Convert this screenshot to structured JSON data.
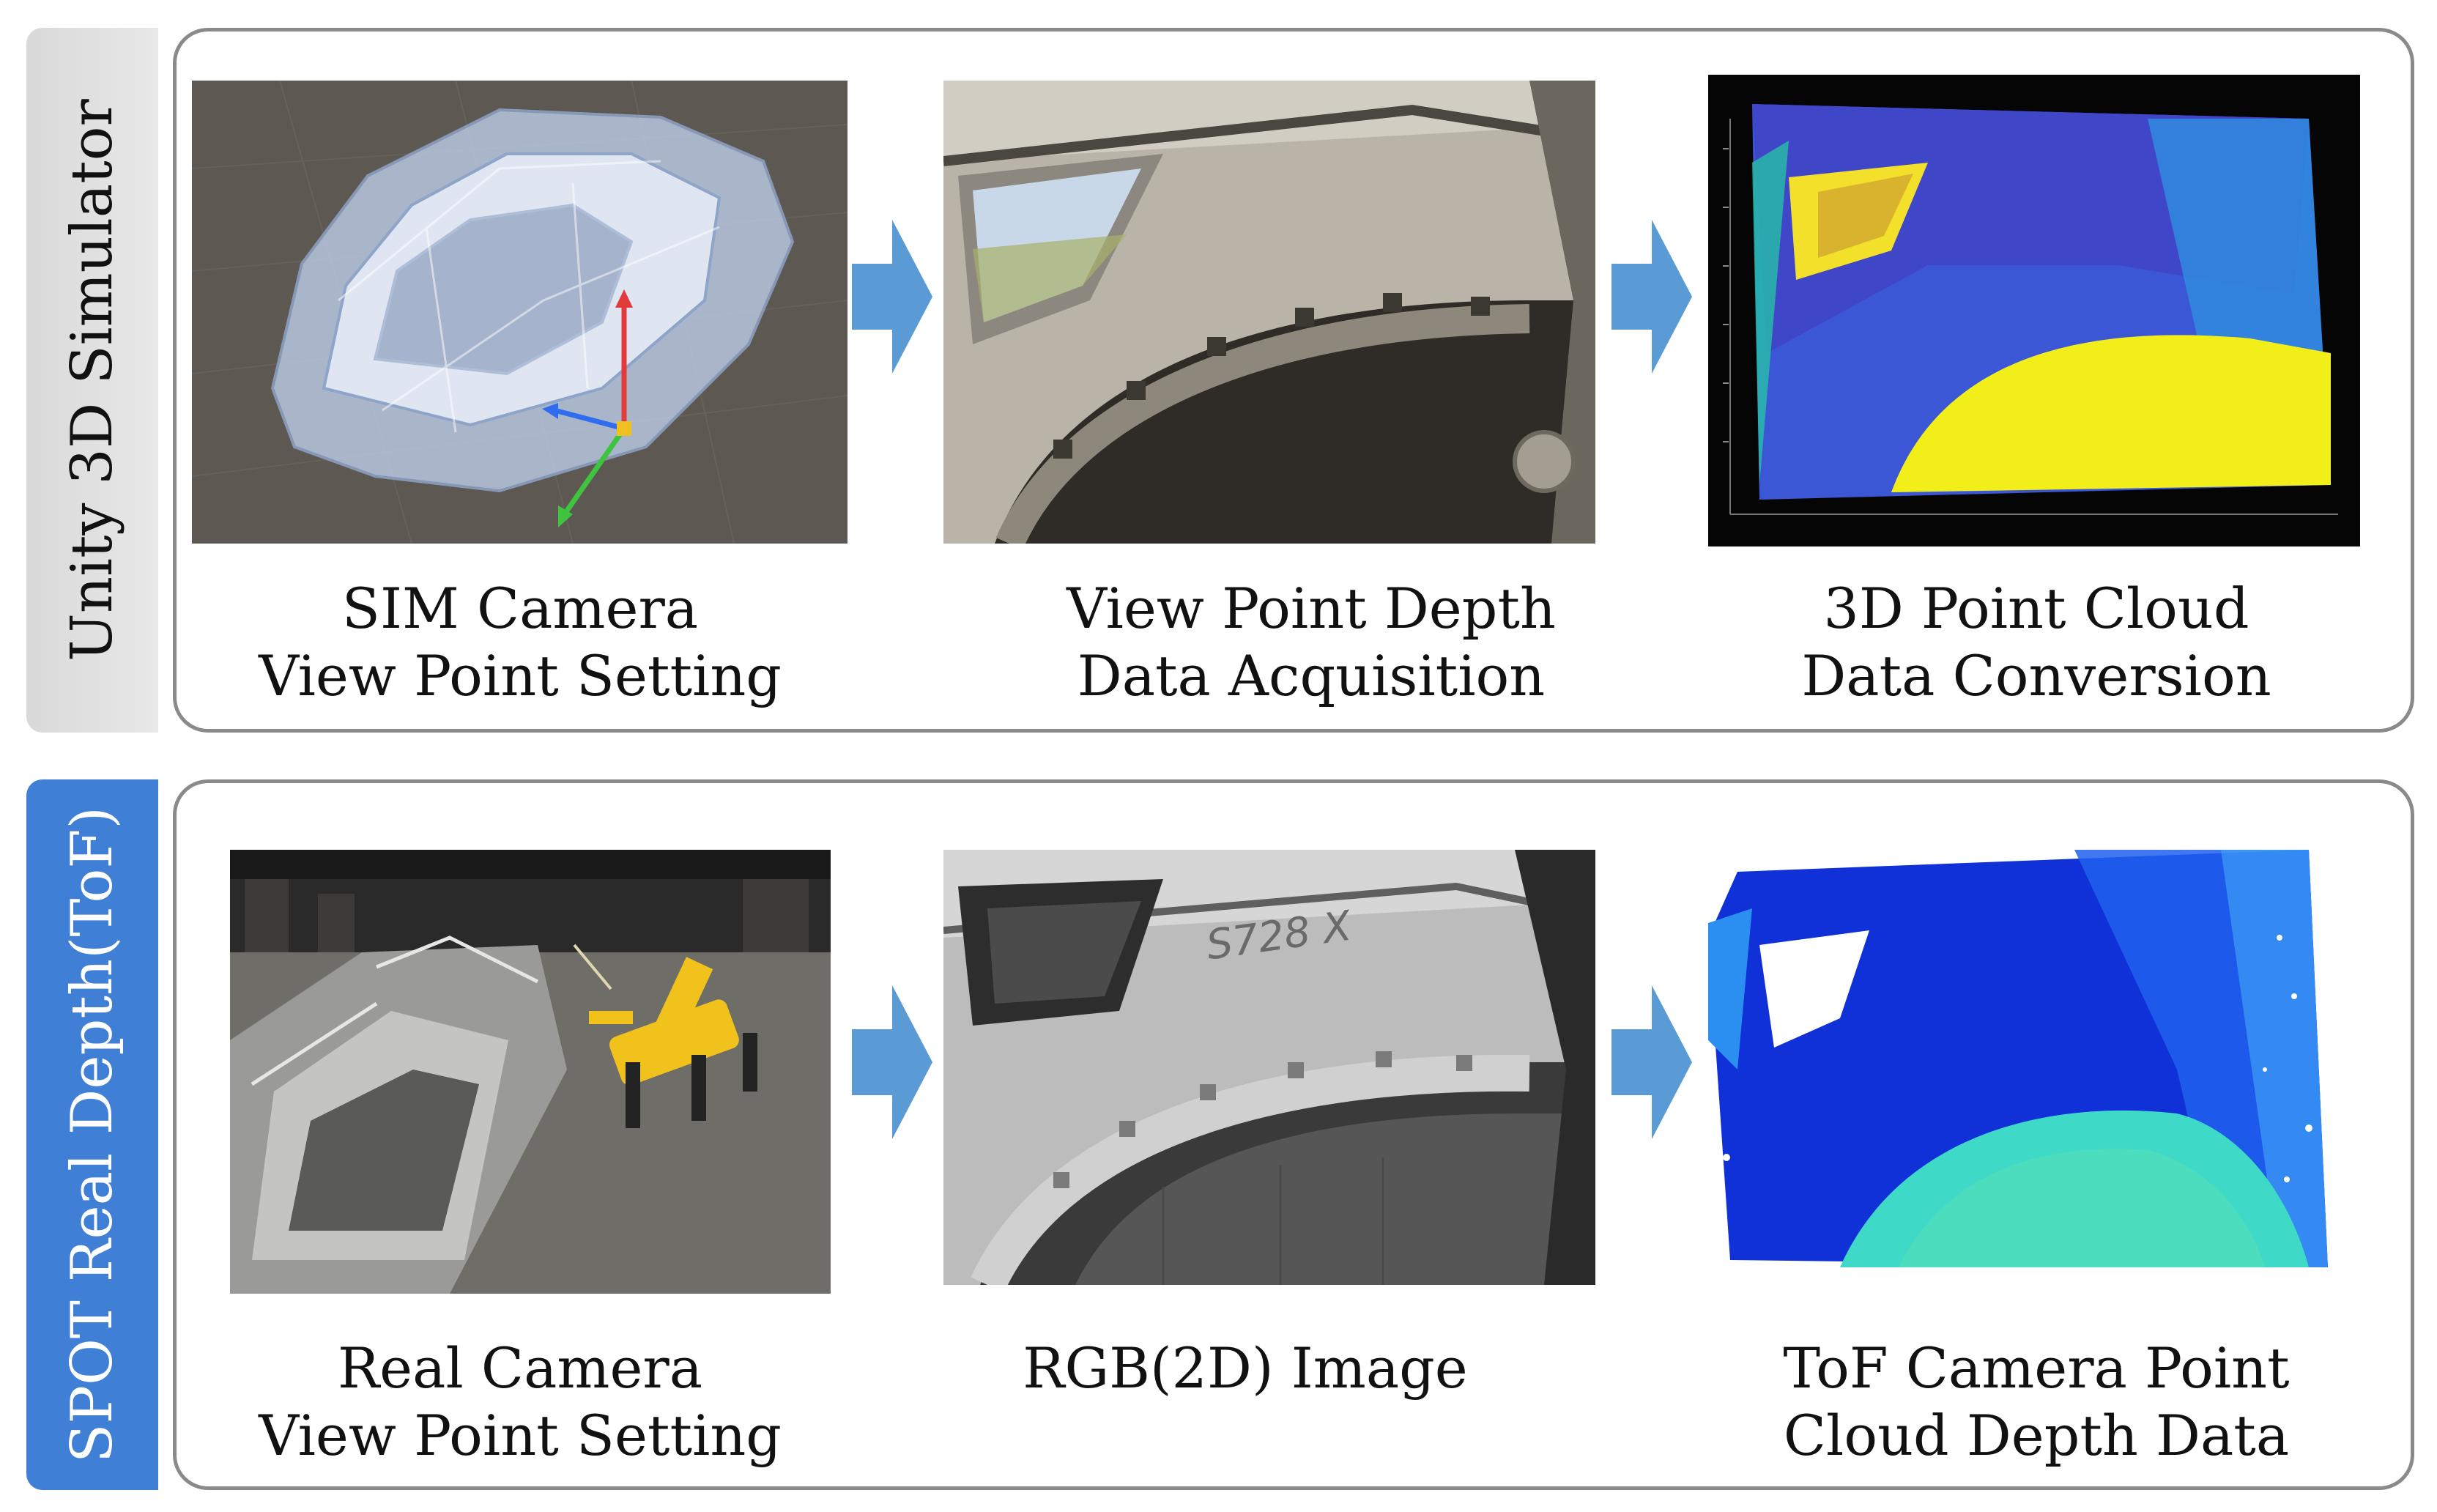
{
  "rows": {
    "sim": {
      "label": "Unity 3D Simulator",
      "steps": [
        {
          "line1": "SIM Camera",
          "line2": "View Point Setting"
        },
        {
          "line1": "View Point Depth",
          "line2": "Data Acquisition"
        },
        {
          "line1": "3D Point Cloud",
          "line2": "Data Conversion"
        }
      ]
    },
    "spot": {
      "label": "SPOT Real Depth(ToF)",
      "steps": [
        {
          "line1": "Real Camera",
          "line2": "View Point Setting"
        },
        {
          "line1": "RGB(2D) Image",
          "line2": ""
        },
        {
          "line1": "ToF Camera Point",
          "line2": "Cloud Depth Data"
        }
      ]
    }
  },
  "photo_texts": {
    "handwriting": "S728 X"
  },
  "colors": {
    "spot_tab": "#3f7fd6",
    "sim_tab": "#e0e0e0",
    "panel_border": "#8a8a8a",
    "arrow": "#5b9bd5"
  },
  "icons": [
    "right-arrow-icon"
  ]
}
